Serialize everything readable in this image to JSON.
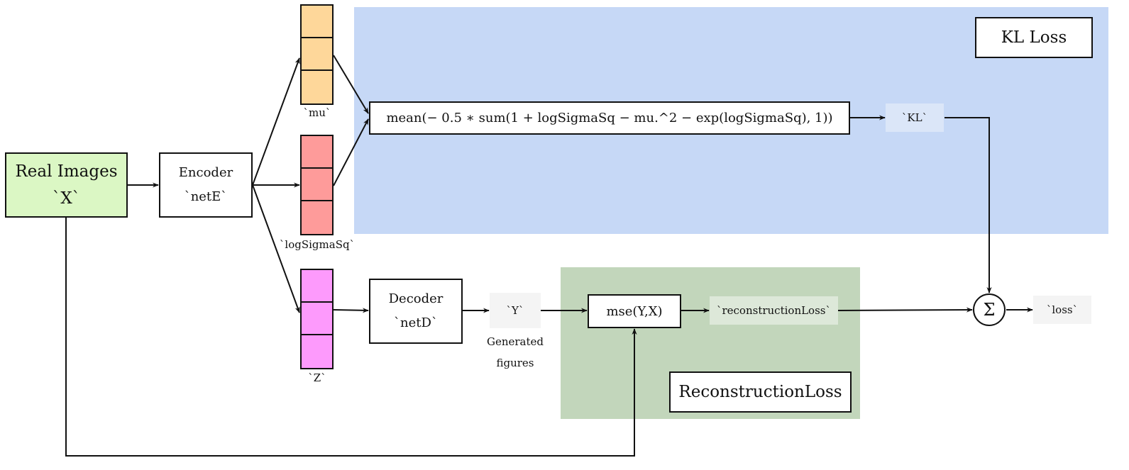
{
  "colors": {
    "kl_region": "#c6d8f6",
    "recon_region": "#c2d6bb",
    "real_images": "#dbf7c4",
    "mu": "#fed79a",
    "logsigma": "#fe9b9a",
    "z": "#fd9afc",
    "tag_bg": "#f4f4f4"
  },
  "real_images": {
    "title": "Real Images",
    "var": "`X`"
  },
  "encoder": {
    "title": "Encoder",
    "var": "`netE`"
  },
  "decoder": {
    "title": "Decoder",
    "var": "`netD`"
  },
  "mu_label": "`mu`",
  "logsigma_label": "`logSigmaSq`",
  "z_label": "`Z`",
  "kl_formula": "mean(− 0.5 ∗ sum(1 + logSigmaSq − mu.^2 − exp(logSigmaSq),  1))",
  "kl_var": "`KL`",
  "kl_title": "KL Loss",
  "y_var": "`Y`",
  "y_caption_line1": "Generated",
  "y_caption_line2": "figures",
  "mse": "mse(Y,X)",
  "recon_var": "`reconstructionLoss`",
  "recon_title": "ReconstructionLoss",
  "sum_symbol": "Σ",
  "loss_var": "`loss`"
}
